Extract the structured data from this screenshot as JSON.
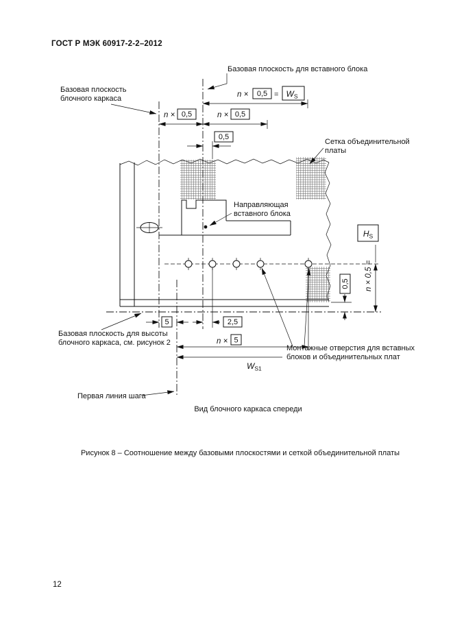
{
  "page": {
    "header": "ГОСТ Р МЭК 60917-2-2–2012",
    "page_number": "12",
    "figure_caption": "Рисунок 8 – Соотношение между базовыми плоскостями и сеткой объединительной платы",
    "view_title": "Вид блочного каркаса спереди"
  },
  "labels": {
    "base_plane_plugin": "Базовая плоскость для вставного блока",
    "base_plane_subrack": [
      "Базовая плоскость",
      "блочного каркаса"
    ],
    "backplane_grid": [
      "Сетка объединительной",
      "платы"
    ],
    "plugin_guide": [
      "Направляющая",
      "вставного блока"
    ],
    "base_plane_height": [
      "Базовая плоскость для высоты",
      "блочного каркаса, см. рисунок 2"
    ],
    "mounting_holes": [
      "Монтажные отверстия для вставных",
      "блоков и объединительных плат"
    ],
    "first_pitch_line": "Первая линия шага"
  },
  "dims": {
    "n_times": "n ×",
    "equals": "=",
    "v05": "0,5",
    "v5": "5",
    "v25": "2,5",
    "ws_main": "W",
    "ws_sub": "S",
    "ws1_main": "W",
    "ws1_sub": "S1",
    "hs_main": "H",
    "hs_sub": "S",
    "n05eq_vertical": "n × 0,5 ="
  },
  "colors": {
    "ink": "#111111",
    "paper": "#ffffff"
  }
}
